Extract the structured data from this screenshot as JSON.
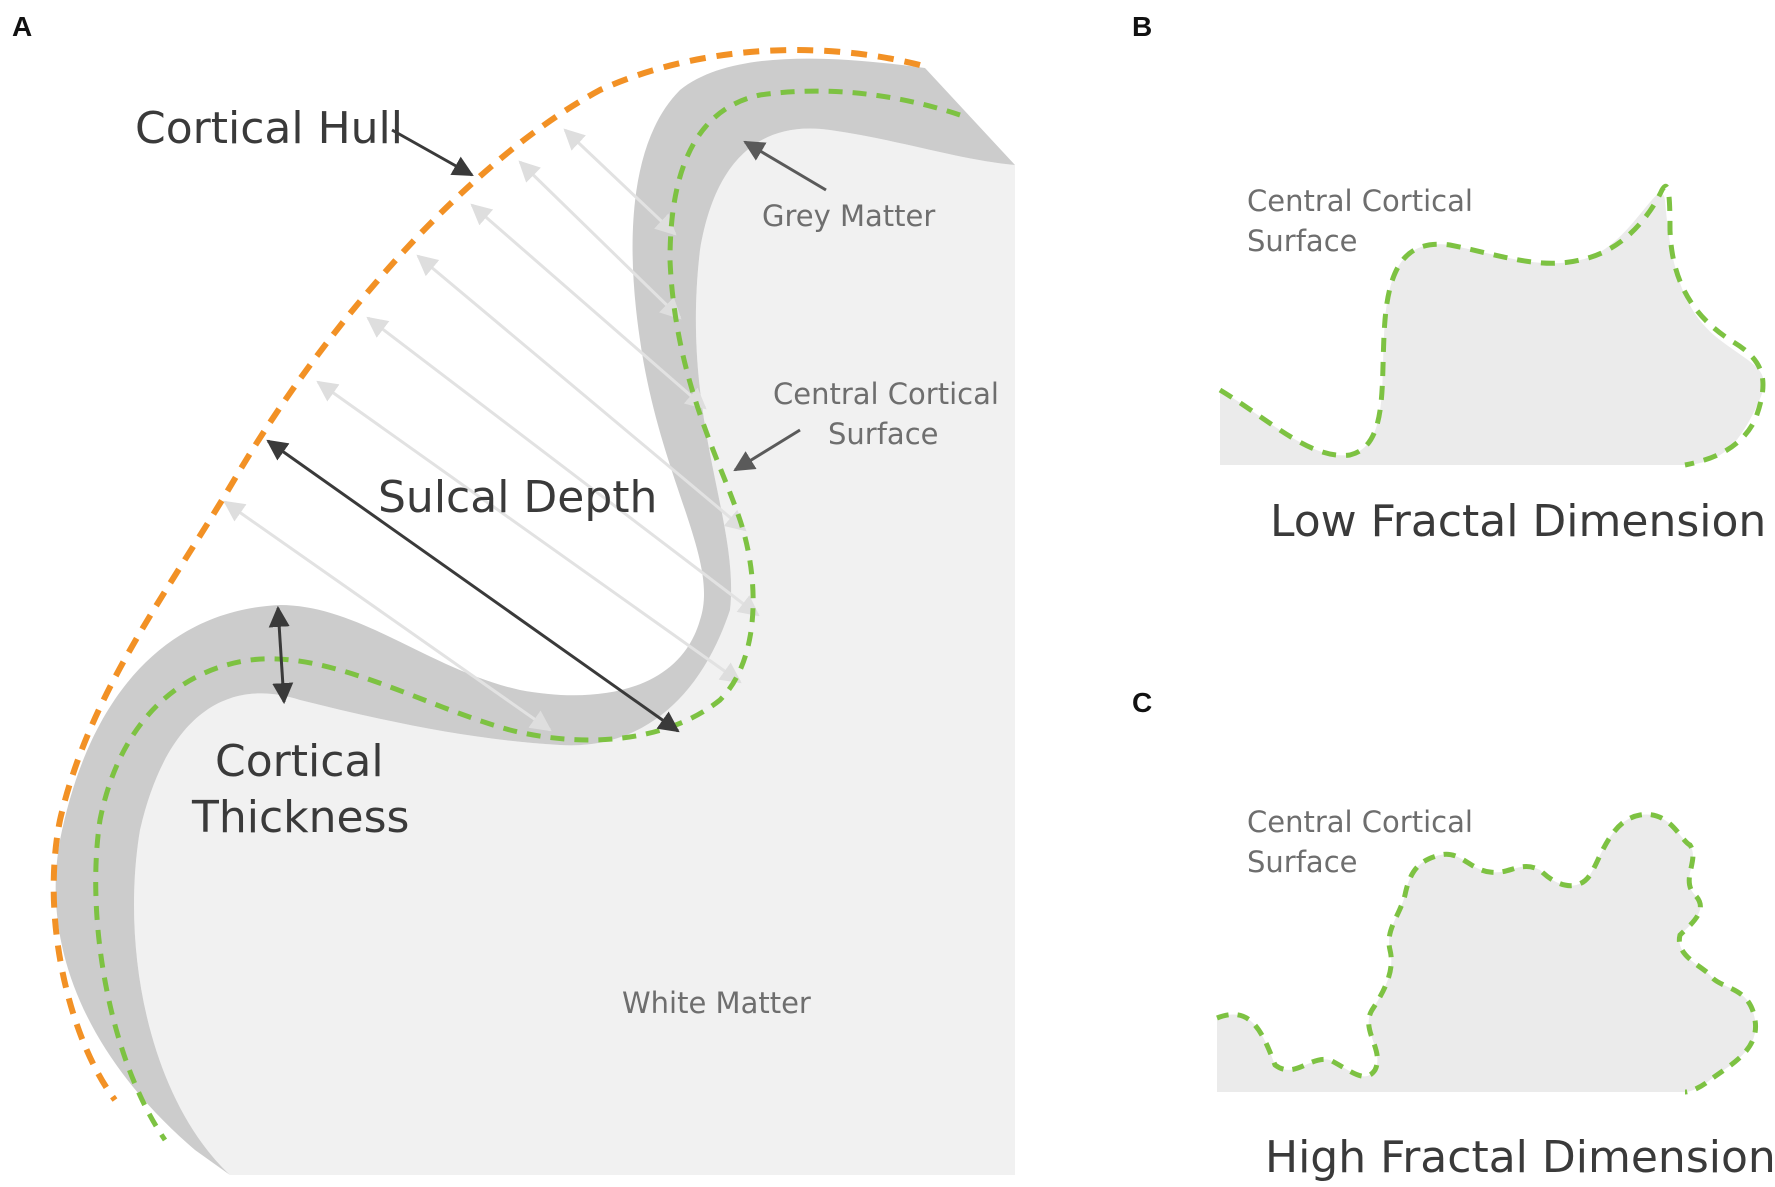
{
  "panels": {
    "a": {
      "letter": "A",
      "cortical_hull": "Cortical Hull",
      "grey_matter": "Grey Matter",
      "central_surface_line1": "Central Cortical",
      "central_surface_line2": "Surface",
      "sulcal_depth": "Sulcal Depth",
      "cortical_thickness_line1": "Cortical",
      "cortical_thickness_line2": "Thickness",
      "white_matter": "White Matter"
    },
    "b": {
      "letter": "B",
      "surface_line1": "Central Cortical",
      "surface_line2": "Surface",
      "caption": "Low Fractal Dimension"
    },
    "c": {
      "letter": "C",
      "surface_line1": "Central Cortical",
      "surface_line2": "Surface",
      "caption": "High Fractal Dimension"
    }
  },
  "colors": {
    "hull": "#f29125",
    "central_surface": "#7dc242",
    "grey_matter": "#cccccc",
    "white_matter": "#f1f1f1",
    "arrow_dark": "#3a3a3a",
    "arrow_light": "#e0e0e0"
  }
}
